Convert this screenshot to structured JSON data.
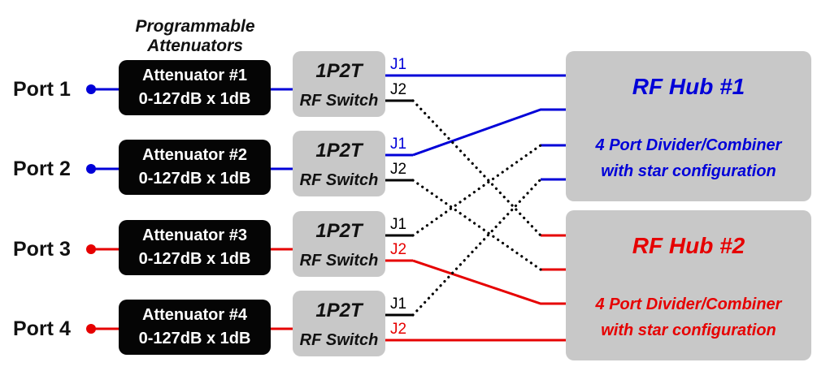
{
  "title": [
    "Programmable",
    "Attenuators"
  ],
  "colors": {
    "blue": "#0000d8",
    "red": "#e60000",
    "black": "#000000",
    "gray": "#c8c8c8"
  },
  "ports": [
    {
      "label": "Port 1",
      "color": "blue"
    },
    {
      "label": "Port 2",
      "color": "blue"
    },
    {
      "label": "Port 3",
      "color": "red"
    },
    {
      "label": "Port 4",
      "color": "red"
    }
  ],
  "attenuators": [
    {
      "name": "Attenuator #1",
      "range": "0-127dB x 1dB"
    },
    {
      "name": "Attenuator #2",
      "range": "0-127dB x 1dB"
    },
    {
      "name": "Attenuator #3",
      "range": "0-127dB x 1dB"
    },
    {
      "name": "Attenuator #4",
      "range": "0-127dB x 1dB"
    }
  ],
  "switches": [
    {
      "type": "1P2T",
      "label": "RF Switch",
      "j1": "J1",
      "j2": "J2"
    },
    {
      "type": "1P2T",
      "label": "RF Switch",
      "j1": "J1",
      "j2": "J2"
    },
    {
      "type": "1P2T",
      "label": "RF Switch",
      "j1": "J1",
      "j2": "J2"
    },
    {
      "type": "1P2T",
      "label": "RF Switch",
      "j1": "J1",
      "j2": "J2"
    }
  ],
  "hubs": [
    {
      "title": "RF Hub #1",
      "line1": "4 Port Divider/Combiner",
      "line2": "with star configuration",
      "color": "blue"
    },
    {
      "title": "RF Hub #2",
      "line1": "4 Port Divider/Combiner",
      "line2": "with star configuration",
      "color": "red"
    }
  ]
}
